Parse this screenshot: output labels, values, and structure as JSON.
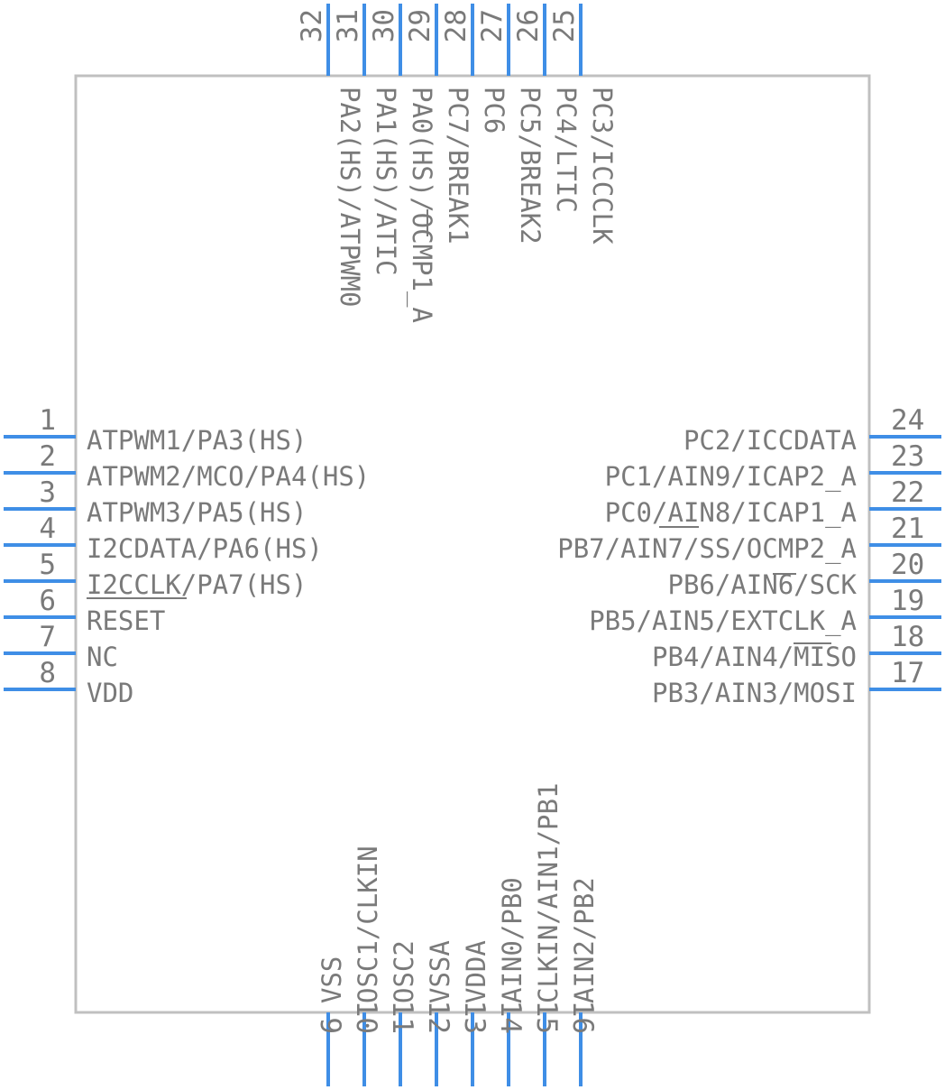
{
  "colors": {
    "pin": "#3f8ee6",
    "body_outline": "#c0c0c0",
    "text": "#7a7a7a"
  },
  "pins": {
    "left": [
      {
        "num": "1",
        "name": "ATPWM1/PA3(HS)"
      },
      {
        "num": "2",
        "name": "ATPWM2/MCO/PA4(HS)"
      },
      {
        "num": "3",
        "name": "ATPWM3/PA5(HS)"
      },
      {
        "num": "4",
        "name": "I2CDATA/PA6(HS)"
      },
      {
        "num": "5",
        "name": "I2CCLK/PA7(HS)"
      },
      {
        "num": "6",
        "name": "RESET"
      },
      {
        "num": "7",
        "name": "NC"
      },
      {
        "num": "8",
        "name": "VDD"
      }
    ],
    "right": [
      {
        "num": "24",
        "name": "PC2/ICCDATA"
      },
      {
        "num": "23",
        "name": "PC1/AIN9/ICAP2_A"
      },
      {
        "num": "22",
        "name": "PC0/AIN8/ICAP1_A"
      },
      {
        "num": "21",
        "name": "PB7/AIN7/SS/OCMP2_A"
      },
      {
        "num": "20",
        "name": "PB6/AIN6/SCK"
      },
      {
        "num": "19",
        "name": "PB5/AIN5/EXTCLK_A"
      },
      {
        "num": "18",
        "name": "PB4/AIN4/MISO"
      },
      {
        "num": "17",
        "name": "PB3/AIN3/MOSI"
      }
    ],
    "top": [
      {
        "num": "32",
        "name": "PA2(HS)/ATPWM0"
      },
      {
        "num": "31",
        "name": "PA1(HS)/ATIC"
      },
      {
        "num": "30",
        "name": "PA0(HS)/OCMP1_A"
      },
      {
        "num": "29",
        "name": "PC7/BREAK1"
      },
      {
        "num": "28",
        "name": "PC6"
      },
      {
        "num": "27",
        "name": "PC5/BREAK2"
      },
      {
        "num": "26",
        "name": "PC4/LTIC"
      },
      {
        "num": "25",
        "name": "PC3/ICCCLK"
      }
    ],
    "bottom": [
      {
        "num": "9",
        "name": "VSS"
      },
      {
        "num": "10",
        "name": "OSC1/CLKIN"
      },
      {
        "num": "11",
        "name": "OSC2"
      },
      {
        "num": "12",
        "name": "VSSA"
      },
      {
        "num": "13",
        "name": "VDDA"
      },
      {
        "num": "14",
        "name": "AIN0/PB0"
      },
      {
        "num": "15",
        "name": "CLKIN/AIN1/PB1"
      },
      {
        "num": "16",
        "name": "AIN2/PB2"
      }
    ]
  }
}
